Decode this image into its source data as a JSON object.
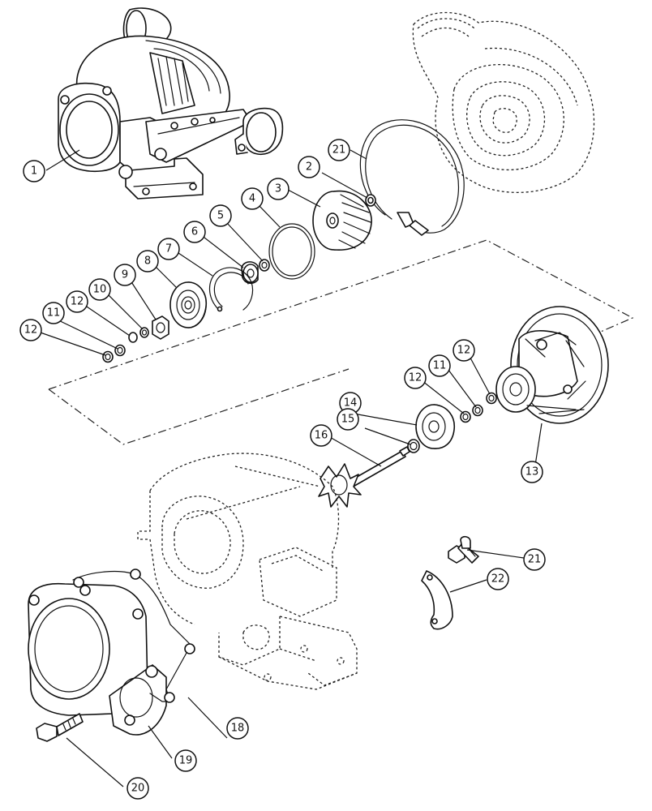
{
  "callouts": [
    {
      "id": "c1",
      "label": "1"
    },
    {
      "id": "c2",
      "label": "2"
    },
    {
      "id": "c3",
      "label": "3"
    },
    {
      "id": "c4",
      "label": "4"
    },
    {
      "id": "c5",
      "label": "5"
    },
    {
      "id": "c6",
      "label": "6"
    },
    {
      "id": "c7",
      "label": "7"
    },
    {
      "id": "c8",
      "label": "8"
    },
    {
      "id": "c9",
      "label": "9"
    },
    {
      "id": "c10",
      "label": "10"
    },
    {
      "id": "c11a",
      "label": "11"
    },
    {
      "id": "c12a",
      "label": "12"
    },
    {
      "id": "c12b",
      "label": "12"
    },
    {
      "id": "c11b",
      "label": "11"
    },
    {
      "id": "c12c",
      "label": "12"
    },
    {
      "id": "c12d",
      "label": "12"
    },
    {
      "id": "c13",
      "label": "13"
    },
    {
      "id": "c14",
      "label": "14"
    },
    {
      "id": "c15",
      "label": "15"
    },
    {
      "id": "c16",
      "label": "16"
    },
    {
      "id": "c18",
      "label": "18"
    },
    {
      "id": "c19",
      "label": "19"
    },
    {
      "id": "c20",
      "label": "20"
    },
    {
      "id": "c21a",
      "label": "21"
    },
    {
      "id": "c21b",
      "label": "21"
    },
    {
      "id": "c22",
      "label": "22"
    }
  ]
}
